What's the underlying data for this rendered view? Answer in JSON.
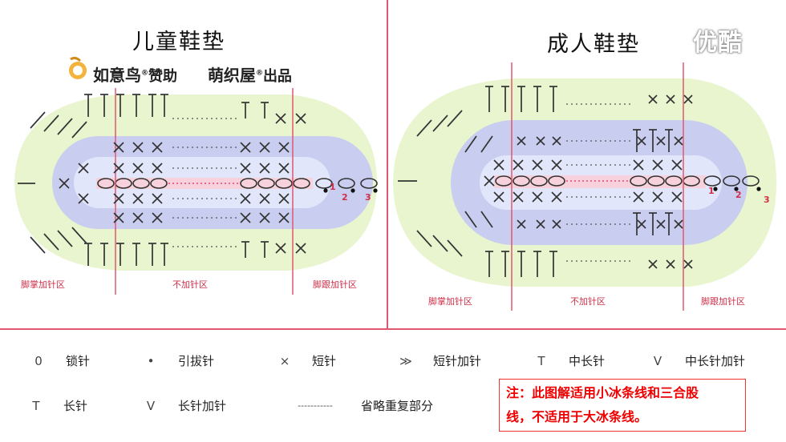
{
  "left_panel": {
    "title": "儿童鞋垫",
    "sponsor_text": "如意鸟",
    "sponsor_suffix": "赞助",
    "maker_text": "萌织屋",
    "maker_suffix": "出品",
    "zones": [
      "脚掌加针区",
      "不加针区",
      "脚跟加针区"
    ],
    "round_numbers": [
      "1",
      "2",
      "3"
    ]
  },
  "right_panel": {
    "title": "成人鞋垫",
    "zones": [
      "脚掌加针区",
      "不加针区",
      "脚跟加针区"
    ],
    "round_numbers": [
      "1",
      "2",
      "3"
    ]
  },
  "watermark": "优酷",
  "legend": [
    {
      "icon": "chain-stitch-icon",
      "symbol": "0",
      "label": "锁针"
    },
    {
      "icon": "slip-stitch-icon",
      "symbol": "•",
      "label": "引拔针"
    },
    {
      "icon": "single-crochet-icon",
      "symbol": "×",
      "label": "短针"
    },
    {
      "icon": "single-crochet-increase-icon",
      "symbol": "≫",
      "label": "短针加针"
    },
    {
      "icon": "half-double-crochet-icon",
      "symbol": "T",
      "label": "中长针"
    },
    {
      "icon": "half-double-increase-icon",
      "symbol": "V",
      "label": "中长针加针"
    },
    {
      "icon": "double-crochet-icon",
      "symbol": "T",
      "label": "长针"
    },
    {
      "icon": "double-crochet-increase-icon",
      "symbol": "V",
      "label": "长针加针"
    },
    {
      "icon": "repeat-omitted-icon",
      "symbol": "-----------",
      "label": "省略重复部分"
    }
  ],
  "note": {
    "line1": "注：此图解适用小冰条线和三合股",
    "line2": "线，不适用于大冰条线。"
  },
  "colors": {
    "divider": "#e0586f",
    "outer_ring": "#e8f5cf",
    "middle_ring": "#c9cdf0",
    "inner_ring": "#e2e6fb",
    "core": "#f7d2dc",
    "zone_text": "#d0304a",
    "note_border": "#ee3333"
  }
}
